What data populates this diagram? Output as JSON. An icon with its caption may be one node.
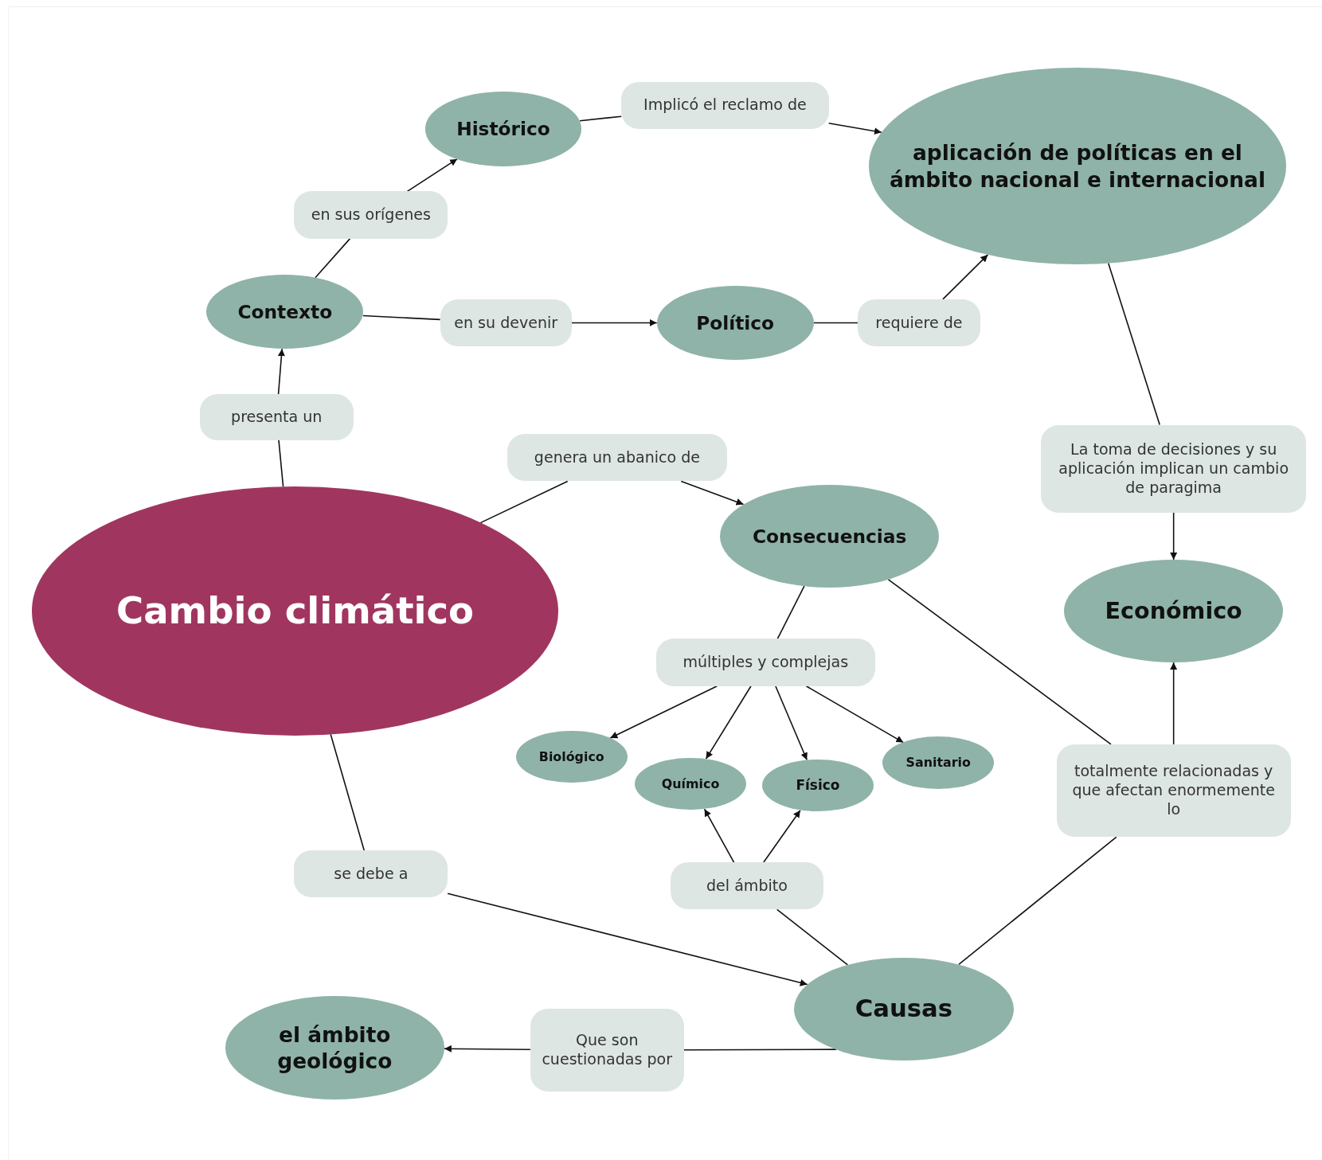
{
  "diagram": {
    "nodes": [
      {
        "text": [
          "Cambio climático"
        ]
      },
      {
        "text": [
          "presenta un"
        ]
      },
      {
        "text": [
          "Contexto"
        ]
      },
      {
        "text": [
          "en sus orígenes"
        ]
      },
      {
        "text": [
          "Histórico"
        ]
      },
      {
        "text": [
          "Implicó el reclamo de"
        ]
      },
      {
        "text": [
          "aplicación de políticas en el ámbito nacional e internacional"
        ]
      },
      {
        "text": [
          "en su devenir"
        ]
      },
      {
        "text": [
          "Político"
        ]
      },
      {
        "text": [
          "requiere de"
        ]
      },
      {
        "text": [
          "La toma de decisiones y su aplicación implican un cambio de paragima"
        ]
      },
      {
        "text": [
          "Económico"
        ]
      },
      {
        "text": [
          "genera un abanico de"
        ]
      },
      {
        "text": [
          "Consecuencias"
        ]
      },
      {
        "text": [
          "múltiples y complejas"
        ]
      },
      {
        "text": [
          "Biológico"
        ]
      },
      {
        "text": [
          "Químico"
        ]
      },
      {
        "text": [
          "Físico"
        ]
      },
      {
        "text": [
          "Sanitario"
        ]
      },
      {
        "text": [
          "totalmente relacionadas y que afectan enormemente lo"
        ]
      },
      {
        "text": [
          "se debe a"
        ]
      },
      {
        "text": [
          "del ámbito"
        ]
      },
      {
        "text": [
          "Causas"
        ]
      },
      {
        "text": [
          "Que son cuestionadas por"
        ]
      },
      {
        "text": [
          "el ámbito geológico"
        ]
      }
    ],
    "edges": [
      {
        "from": 0,
        "to": 1,
        "arrow": "none"
      },
      {
        "from": 1,
        "to": 2,
        "arrow": "to"
      },
      {
        "from": 2,
        "to": 3,
        "arrow": "none"
      },
      {
        "from": 3,
        "to": 4,
        "arrow": "to"
      },
      {
        "from": 4,
        "to": 5,
        "arrow": "none"
      },
      {
        "from": 5,
        "to": 6,
        "arrow": "to"
      },
      {
        "from": 2,
        "to": 7,
        "arrow": "none"
      },
      {
        "from": 7,
        "to": 8,
        "arrow": "to"
      },
      {
        "from": 8,
        "to": 9,
        "arrow": "none"
      },
      {
        "from": 9,
        "to": 6,
        "arrow": "to"
      },
      {
        "from": 6,
        "to": 10,
        "arrow": "none"
      },
      {
        "from": 10,
        "to": 11,
        "arrow": "to"
      },
      {
        "from": 0,
        "to": 12,
        "arrow": "none"
      },
      {
        "from": 12,
        "to": 13,
        "arrow": "to"
      },
      {
        "from": 13,
        "to": 14,
        "arrow": "none"
      },
      {
        "from": 14,
        "to": 15,
        "arrow": "to"
      },
      {
        "from": 14,
        "to": 16,
        "arrow": "to"
      },
      {
        "from": 14,
        "to": 17,
        "arrow": "to"
      },
      {
        "from": 14,
        "to": 18,
        "arrow": "to"
      },
      {
        "from": 13,
        "to": 19,
        "arrow": "none"
      },
      {
        "from": 19,
        "to": 11,
        "arrow": "to"
      },
      {
        "from": 0,
        "to": 20,
        "arrow": "none"
      },
      {
        "from": 20,
        "to": 22,
        "arrow": "to"
      },
      {
        "from": 22,
        "to": 21,
        "arrow": "none"
      },
      {
        "from": 21,
        "to": 16,
        "arrow": "to"
      },
      {
        "from": 21,
        "to": 17,
        "arrow": "to"
      },
      {
        "from": 22,
        "to": 23,
        "arrow": "none"
      },
      {
        "from": 23,
        "to": 24,
        "arrow": "to"
      },
      {
        "from": 22,
        "to": 19,
        "arrow": "none"
      }
    ]
  }
}
